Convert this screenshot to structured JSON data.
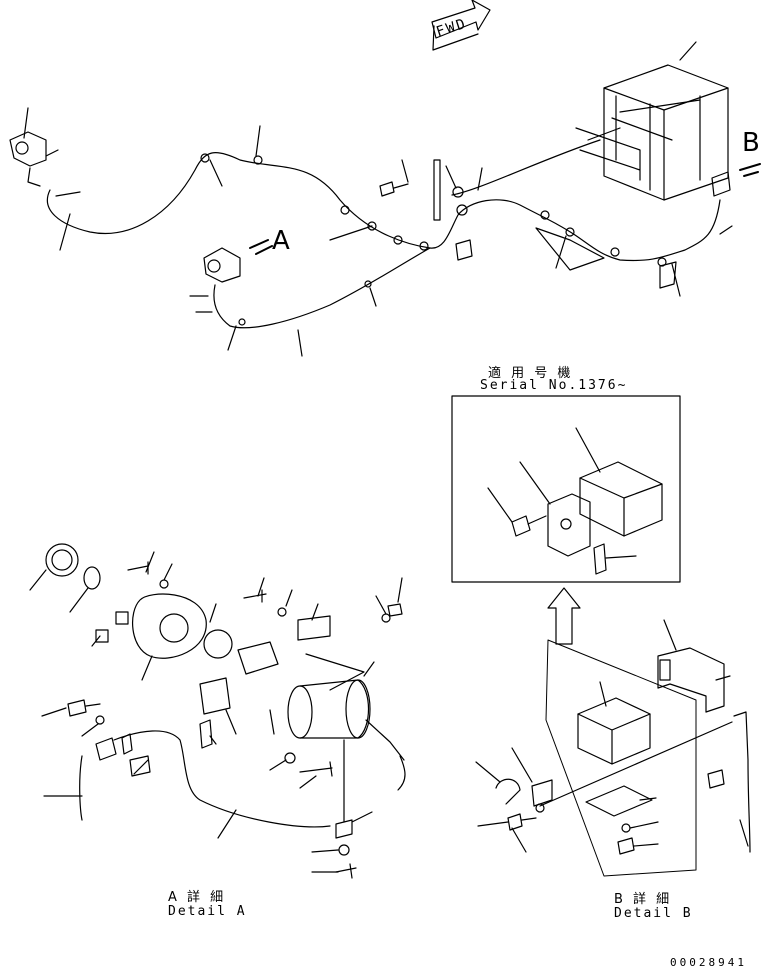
{
  "labels": {
    "fwd": "FWD",
    "view_a": "A",
    "view_b": "B",
    "serial_jp": "適 用 号 機",
    "serial_no": "Serial No.1376~",
    "detail_a_jp": "A 詳 細",
    "detail_a_en": "Detail A",
    "detail_b_jp": "B 詳 細",
    "detail_b_en": "Detail B",
    "drawing_no": "00028941"
  }
}
